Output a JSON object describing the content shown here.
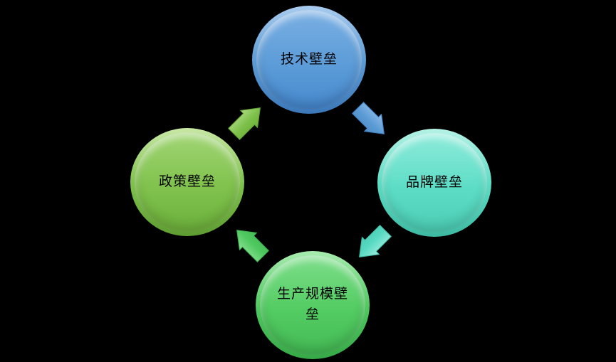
{
  "diagram": {
    "type": "cycle",
    "flow": "clockwise",
    "background_color": "#000000",
    "text_color": "#000000",
    "nodes": [
      {
        "id": "top",
        "label": "技术壁垒",
        "color": "#5B9BD5",
        "color_name": "blue"
      },
      {
        "id": "right",
        "label": "品牌壁垒",
        "color": "#5CDCC4",
        "color_name": "teal"
      },
      {
        "id": "bottom",
        "label": "生产规模壁垒",
        "color": "#4FC95F",
        "color_name": "green"
      },
      {
        "id": "left",
        "label": "政策壁垒",
        "color": "#7EC24B",
        "color_name": "olive-green"
      }
    ],
    "arrows": [
      {
        "from": "top",
        "to": "right",
        "direction": "down-right",
        "color": "#5B9BD5"
      },
      {
        "from": "right",
        "to": "bottom",
        "direction": "down-left",
        "color": "#58DAC2"
      },
      {
        "from": "bottom",
        "to": "left",
        "direction": "up-left",
        "color": "#50C960"
      },
      {
        "from": "left",
        "to": "top",
        "direction": "up-right",
        "color": "#7CC04A"
      }
    ]
  }
}
